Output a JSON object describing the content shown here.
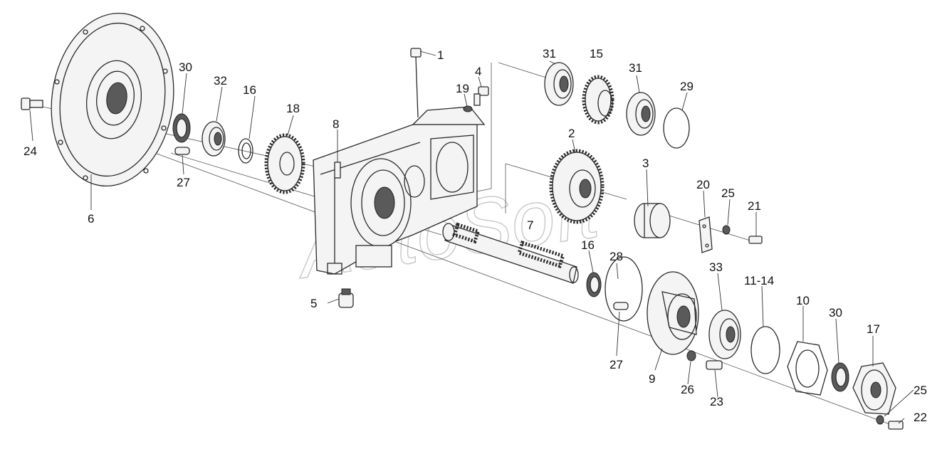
{
  "watermark": "AutoSoft",
  "callouts": [
    {
      "id": "c1",
      "text": "1"
    },
    {
      "id": "c2",
      "text": "2"
    },
    {
      "id": "c3",
      "text": "3"
    },
    {
      "id": "c4",
      "text": "4"
    },
    {
      "id": "c5",
      "text": "5"
    },
    {
      "id": "c6",
      "text": "6"
    },
    {
      "id": "c7",
      "text": "7"
    },
    {
      "id": "c8",
      "text": "8"
    },
    {
      "id": "c9",
      "text": "9"
    },
    {
      "id": "c10",
      "text": "10"
    },
    {
      "id": "c11_14",
      "text": "11-14"
    },
    {
      "id": "c15",
      "text": "15"
    },
    {
      "id": "c16a",
      "text": "16"
    },
    {
      "id": "c16b",
      "text": "16"
    },
    {
      "id": "c17",
      "text": "17"
    },
    {
      "id": "c18",
      "text": "18"
    },
    {
      "id": "c19",
      "text": "19"
    },
    {
      "id": "c20",
      "text": "20"
    },
    {
      "id": "c21",
      "text": "21"
    },
    {
      "id": "c22",
      "text": "22"
    },
    {
      "id": "c23",
      "text": "23"
    },
    {
      "id": "c24",
      "text": "24"
    },
    {
      "id": "c25a",
      "text": "25"
    },
    {
      "id": "c25b",
      "text": "25"
    },
    {
      "id": "c26",
      "text": "26"
    },
    {
      "id": "c27a",
      "text": "27"
    },
    {
      "id": "c27b",
      "text": "27"
    },
    {
      "id": "c28",
      "text": "28"
    },
    {
      "id": "c29",
      "text": "29"
    },
    {
      "id": "c30a",
      "text": "30"
    },
    {
      "id": "c30b",
      "text": "30"
    },
    {
      "id": "c31a",
      "text": "31"
    },
    {
      "id": "c31b",
      "text": "31"
    },
    {
      "id": "c32",
      "text": "32"
    },
    {
      "id": "c33",
      "text": "33"
    }
  ]
}
